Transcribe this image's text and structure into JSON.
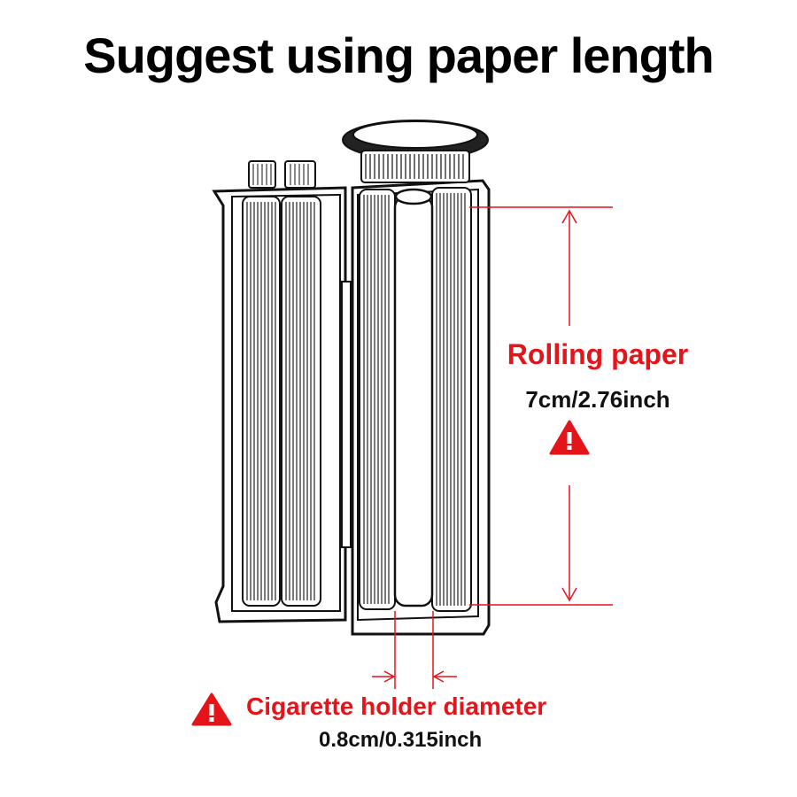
{
  "title": "Suggest using paper length",
  "paper": {
    "label": "Rolling paper",
    "value": "7cm/2.76inch"
  },
  "holder": {
    "label": "Cigarette holder diameter",
    "value": "0.8cm/0.315inch"
  },
  "colors": {
    "accent": "#e4141b",
    "line": "#111111",
    "background": "#ffffff"
  },
  "icons": [
    "warning-icon"
  ]
}
